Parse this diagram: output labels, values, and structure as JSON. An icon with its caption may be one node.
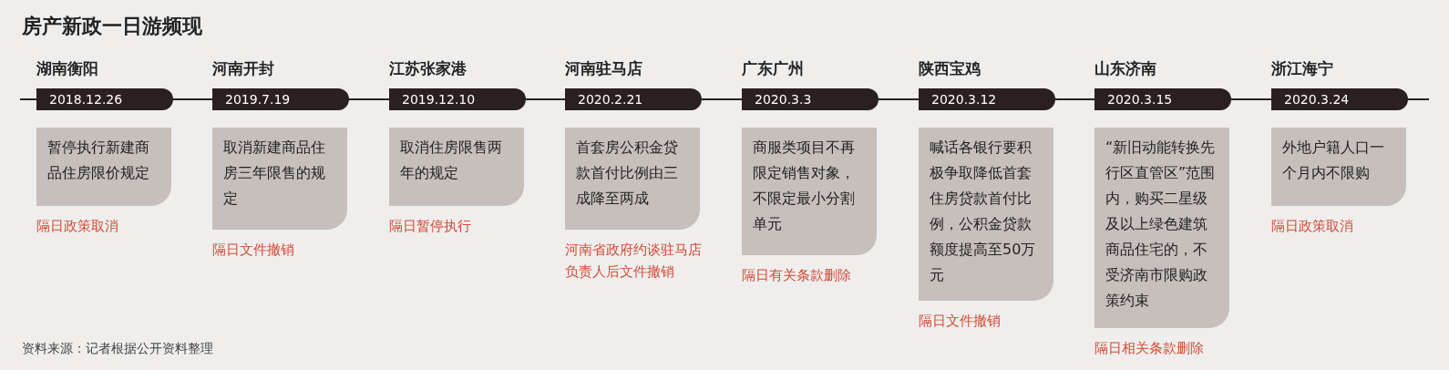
{
  "diagram": {
    "title": "房产新政一日游频现",
    "caption": "资料来源：记者根据公开资料整理",
    "nodes": [
      {
        "text": [
          "2018.12.26"
        ],
        "beside": [
          "湖南衡阳"
        ]
      },
      {
        "text": [
          "暂停执行新建商品住房限价规定"
        ],
        "beside": [
          "隔日政策取消"
        ]
      },
      {
        "text": [
          "2019.7.19"
        ],
        "beside": [
          "河南开封"
        ]
      },
      {
        "text": [
          "取消新建商品住房三年限售的规定"
        ],
        "beside": [
          "隔日文件撤销"
        ]
      },
      {
        "text": [
          "2019.12.10"
        ],
        "beside": [
          "江苏张家港"
        ]
      },
      {
        "text": [
          "取消住房限售两年的规定"
        ],
        "beside": [
          "隔日暂停执行"
        ]
      },
      {
        "text": [
          "2020.2.21"
        ],
        "beside": [
          "河南驻马店"
        ]
      },
      {
        "text": [
          "首套房公积金贷款首付比例由三成降至两成"
        ],
        "beside": [
          "河南省政府约谈驻马店负责人后文件撤销"
        ]
      },
      {
        "text": [
          "2020.3.3"
        ],
        "beside": [
          "广东广州"
        ]
      },
      {
        "text": [
          "商服类项目不再限定销售对象，不限定最小分割单元"
        ],
        "beside": [
          "隔日有关条款删除"
        ]
      },
      {
        "text": [
          "2020.3.12"
        ],
        "beside": [
          "陕西宝鸡"
        ]
      },
      {
        "text": [
          "喊话各银行要积极争取降低首套住房贷款首付比例，公积金贷款额度提高至50万元"
        ],
        "beside": [
          "隔日文件撤销"
        ]
      },
      {
        "text": [
          "2020.3.15"
        ],
        "beside": [
          "山东济南"
        ]
      },
      {
        "text": [
          "“新旧动能转换先行区直管区”范围内，购买二星级及以上绿色建筑商品住宅的，不受济南市限购政策约束"
        ],
        "beside": [
          "隔日相关条款删除"
        ]
      },
      {
        "text": [
          "2020.3.24"
        ],
        "beside": [
          "浙江海宁"
        ]
      },
      {
        "text": [
          "外地户籍人口一个月内不限购"
        ],
        "beside": [
          "隔日政策取消"
        ]
      }
    ],
    "edges": [
      {
        "from": 0,
        "to": 2,
        "arrow": "none"
      },
      {
        "from": 2,
        "to": 4,
        "arrow": "none"
      },
      {
        "from": 4,
        "to": 6,
        "arrow": "none"
      },
      {
        "from": 6,
        "to": 8,
        "arrow": "none"
      },
      {
        "from": 8,
        "to": 10,
        "arrow": "none"
      },
      {
        "from": 10,
        "to": 12,
        "arrow": "none"
      },
      {
        "from": 12,
        "to": 14,
        "arrow": "none"
      }
    ]
  }
}
